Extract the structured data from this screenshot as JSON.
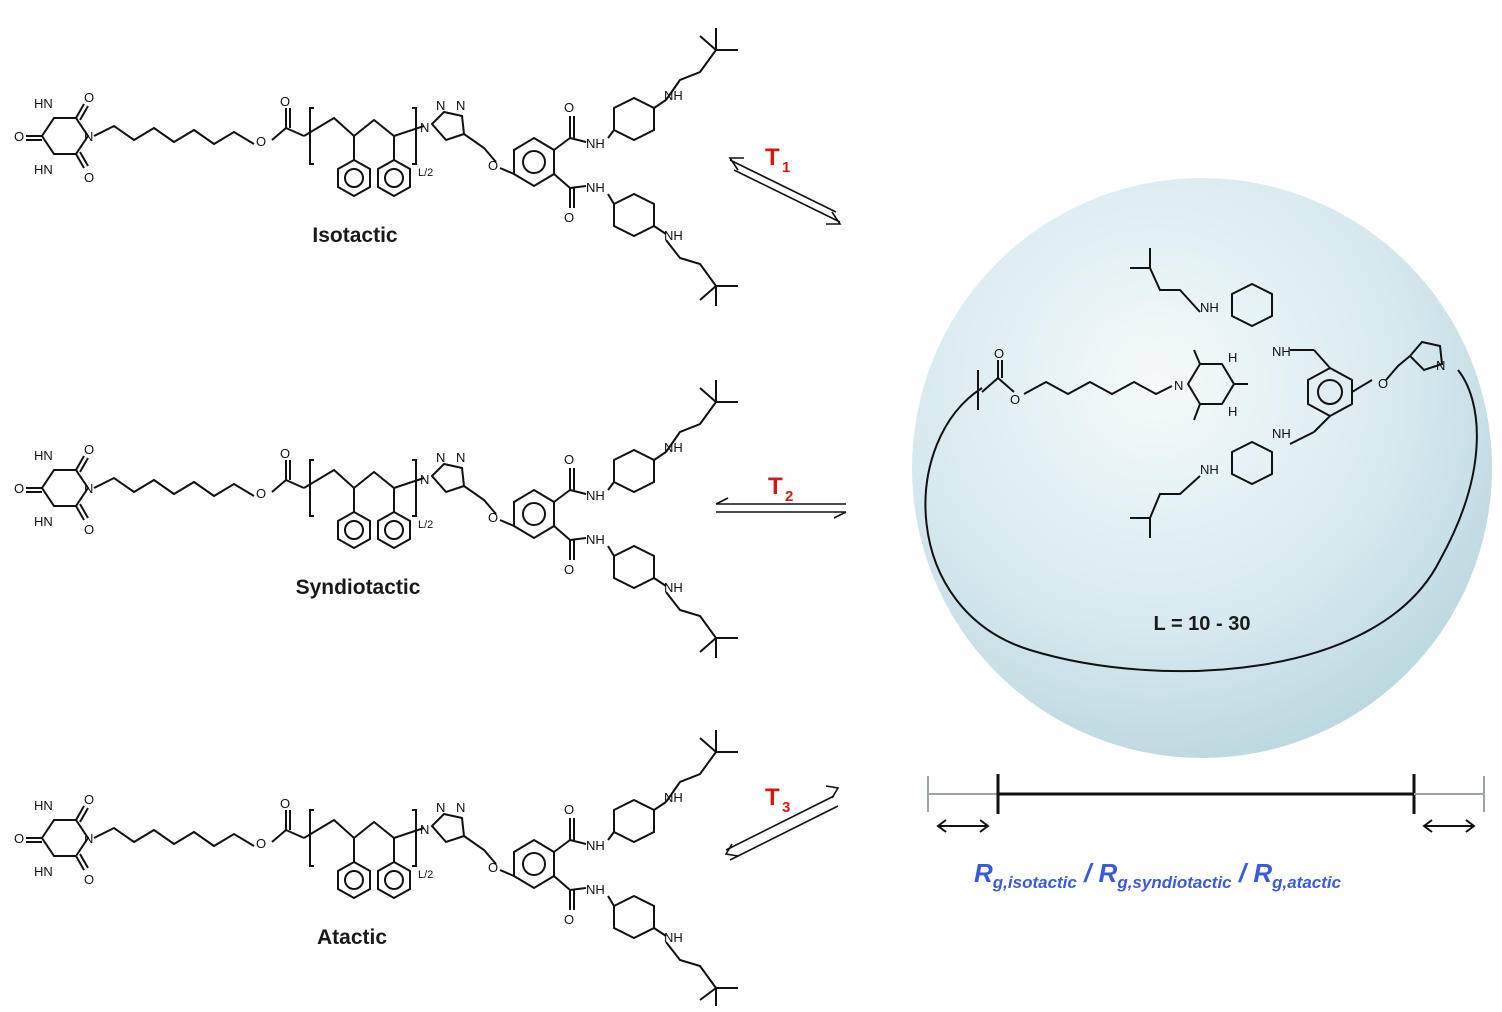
{
  "molecules": [
    {
      "label": "Isotactic",
      "repeat": "L/2"
    },
    {
      "label": "Syndiotactic",
      "repeat": "L/2"
    },
    {
      "label": "Atactic",
      "repeat": "L/2"
    }
  ],
  "equilibria": [
    {
      "symbol": "T",
      "sub": "1"
    },
    {
      "symbol": "T",
      "sub": "2"
    },
    {
      "symbol": "T",
      "sub": "3"
    }
  ],
  "sphere": {
    "range_label": "L = 10 - 30"
  },
  "rg_caption": {
    "r": "R",
    "iso_sub": "g,isotactic",
    "syn_sub": "g,syndiotactic",
    "ata_sub": "g,atactic",
    "sep": " / "
  },
  "atoms": {
    "HN": "HN",
    "NH": "NH",
    "N": "N",
    "O": "O",
    "H": "H"
  },
  "colors": {
    "t_label": "#d11919",
    "rg_label": "#3a5bd9",
    "sphere": "#cfe4ea"
  }
}
